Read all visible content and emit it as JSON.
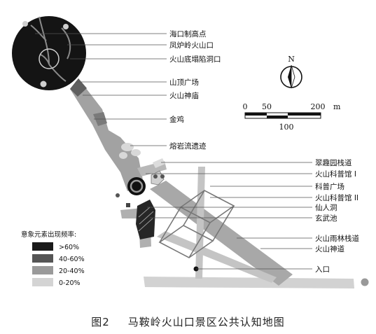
{
  "labels": [
    "海口制高点",
    "凤炉岭火山口",
    "火山底塌陷洞口",
    "山顶广场",
    "火山神庙",
    "金鸡",
    "熔岩流遗迹",
    "翠趣园栈道",
    "火山科普馆 I",
    "科普广场",
    "火山科普馆 II",
    "仙人洞",
    "玄武池",
    "火山雨林栈道",
    "火山神道",
    "入口"
  ],
  "compass": {
    "letter": "N"
  },
  "scale": {
    "zero": "0",
    "mid": "50",
    "end": "200",
    "unit": "m",
    "below": "100"
  },
  "legend": {
    "title": "意象元素出现频率:",
    "items": [
      {
        "label": ">60%",
        "color": "#1a1a1a"
      },
      {
        "label": "40-60%",
        "color": "#555555"
      },
      {
        "label": "20-40%",
        "color": "#9a9a9a"
      },
      {
        "label": "0-20%",
        "color": "#d4d4d4"
      }
    ]
  },
  "caption": {
    "number": "图2",
    "title": "马鞍岭火山口景区公共认知地图"
  }
}
